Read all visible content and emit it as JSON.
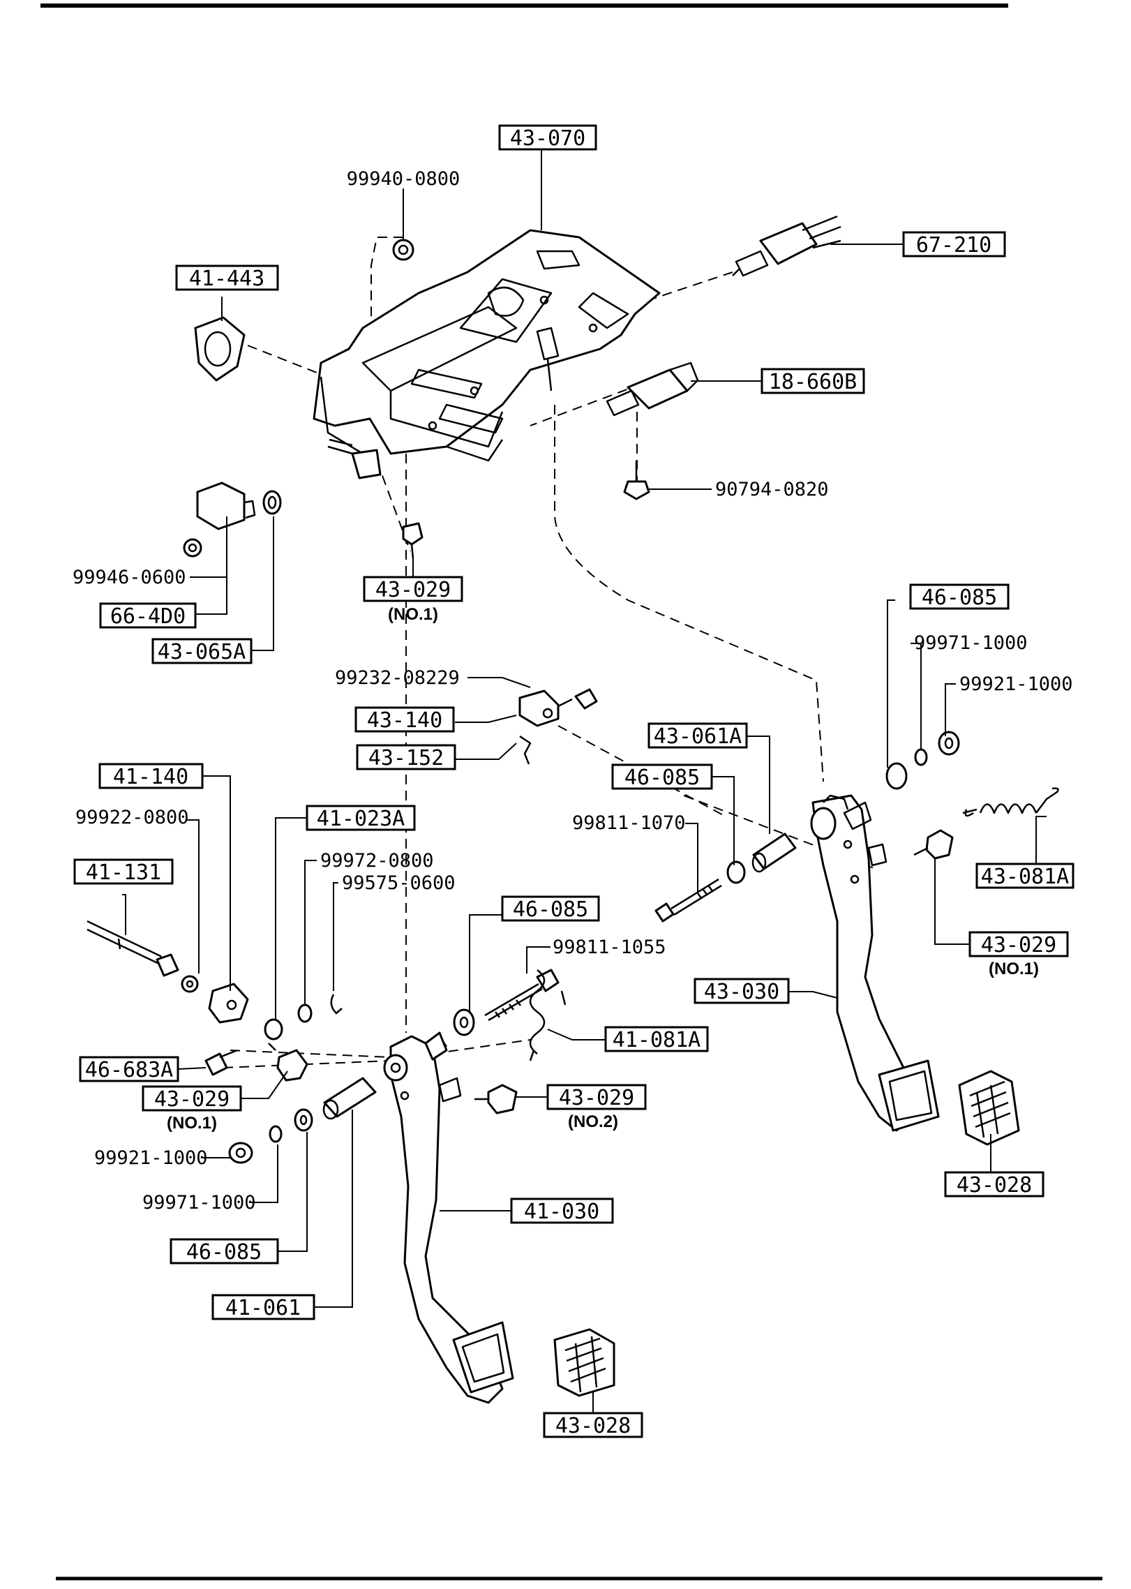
{
  "diagram": {
    "boxed_part_numbers": {
      "p43_070": "43-070",
      "p41_443": "41-443",
      "p67_210": "67-210",
      "p18_660B": "18-660B",
      "p43_029_a": "43-029",
      "p66_4D0": "66-4D0",
      "p43_065A": "43-065A",
      "p46_085_a": "46-085",
      "p43_140": "43-140",
      "p43_061A": "43-061A",
      "p43_152": "43-152",
      "p46_085_b": "46-085",
      "p41_140": "41-140",
      "p41_023A": "41-023A",
      "p43_081A": "43-081A",
      "p41_131": "41-131",
      "p43_029_b": "43-029",
      "p46_085_c": "46-085",
      "p43_030": "43-030",
      "p41_081A": "41-081A",
      "p46_683A": "46-683A",
      "p43_029_c": "43-029",
      "p43_029_d": "43-029",
      "p43_028_a": "43-028",
      "p41_030": "41-030",
      "p46_085_d": "46-085",
      "p41_061": "41-061",
      "p43_028_b": "43-028"
    },
    "hardware_numbers": {
      "h99940_0800": "99940-0800",
      "h90794_0820": "90794-0820",
      "h99946_0600": "99946-0600",
      "h99971_1000_a": "99971-1000",
      "h99921_1000_a": "99921-1000",
      "h99232_08229": "99232-08229",
      "h99922_0800": "99922-0800",
      "h99811_1070": "99811-1070",
      "h99972_0800": "99972-0800",
      "h99575_0600": "99575-0600",
      "h99811_1055": "99811-1055",
      "h99921_1000_b": "99921-1000",
      "h99971_1000_b": "99971-1000"
    },
    "notes": {
      "no1_a": "(NO.1)",
      "no1_b": "(NO.1)",
      "no1_c": "(NO.1)",
      "no2": "(NO.2)"
    }
  }
}
